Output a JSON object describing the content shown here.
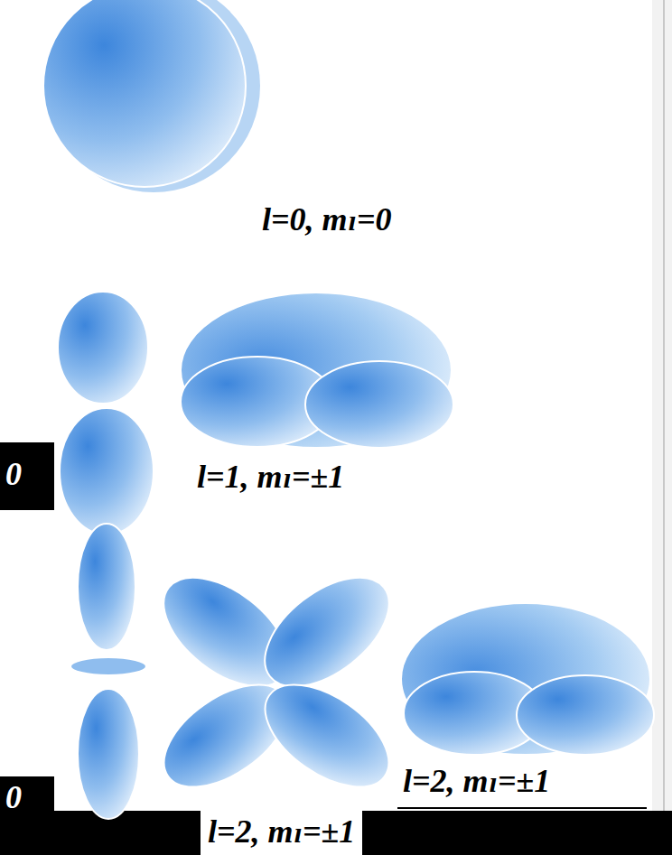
{
  "diagram": {
    "labels": [
      "l=0, mₗ=0",
      "0",
      "l=1, mₗ=±1",
      "0",
      "l=2, mₗ=±1",
      "l=2, mₗ=±1"
    ]
  }
}
